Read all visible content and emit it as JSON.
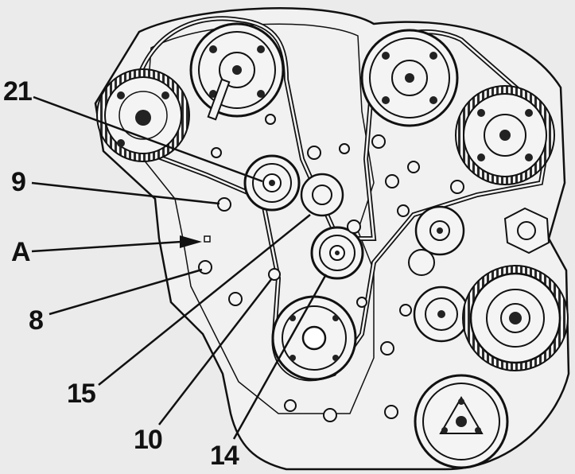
{
  "callouts": {
    "c21": "21",
    "c9": "9",
    "cA": "A",
    "c8": "8",
    "c15": "15",
    "c10": "10",
    "c14": "14"
  },
  "colors": {
    "background": "#ebebeb",
    "ink": "#111111",
    "metal_fill": "#f4f4f4",
    "belt_teeth": "#2a2a2a"
  }
}
